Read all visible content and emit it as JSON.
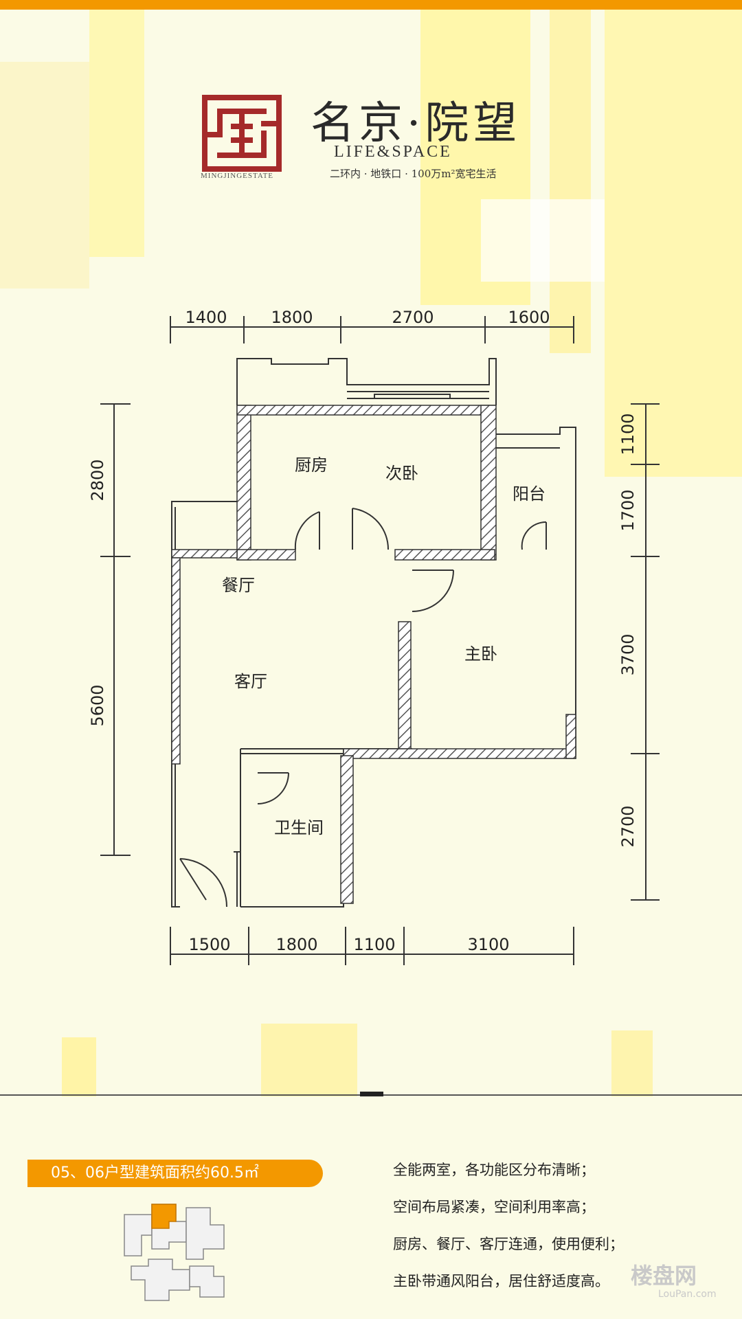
{
  "brand": {
    "logo_icon": "maze-seal-icon",
    "title": "名京·院望",
    "subtitle_en": "LIFE&SPACE",
    "estate_en": "MINGJINGESTATE",
    "slogan": "二环内 · 地铁口 · 100万m²宽宅生活"
  },
  "colors": {
    "accent": "#f39800",
    "seal_red": "#a52a2a",
    "wall_hatch": "#555555",
    "background": "#fbfbe6"
  },
  "plan": {
    "dims_top": [
      "1400",
      "1800",
      "2700",
      "1600"
    ],
    "dims_bottom": [
      "1500",
      "1800",
      "1100",
      "3100"
    ],
    "dims_left": [
      "2800",
      "5600"
    ],
    "dims_right": [
      "1100",
      "1700",
      "3700",
      "2700"
    ],
    "rooms": {
      "kitchen": "厨房",
      "second_bedroom": "次卧",
      "balcony": "阳台",
      "dining": "餐厅",
      "living": "客厅",
      "master_bedroom": "主卧",
      "bathroom": "卫生间"
    }
  },
  "info": {
    "area_label": "05、06户型建筑面积约60.5㎡",
    "features": [
      "全能两室，各功能区分布清晰；",
      "空间布局紧凑，空间利用率高；",
      "厨房、餐厅、客厅连通，使用便利；",
      "主卧带通风阳台，居住舒适度高。"
    ]
  },
  "watermark": {
    "text": "楼盘网",
    "sub": "LouPan.com"
  }
}
